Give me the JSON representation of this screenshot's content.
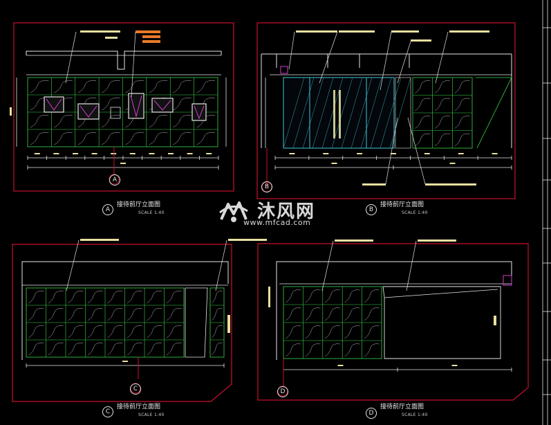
{
  "views": [
    {
      "letter": "A",
      "title": "接待前厅立面图",
      "scale": "SCALE 1:40"
    },
    {
      "letter": "B",
      "title": "接待前厅立面图",
      "scale": "SCALE 1:40"
    },
    {
      "letter": "C",
      "title": "接待前厅立面图",
      "scale": "SCALE 1:40"
    },
    {
      "letter": "D",
      "title": "接待前厅立面图",
      "scale": "SCALE 1:40"
    }
  ],
  "watermark": {
    "name": "沐风网",
    "url": "www.mfcad.com"
  },
  "colors": {
    "background": "#000000",
    "frame_red": "#c8102e",
    "callout_yellow": "#e8e0a0",
    "highlight_orange": "#e87a2a",
    "cyan": "#3cc8d8",
    "green": "#3ad84a",
    "white": "#e6e6e6",
    "magenta": "#d040d0"
  }
}
